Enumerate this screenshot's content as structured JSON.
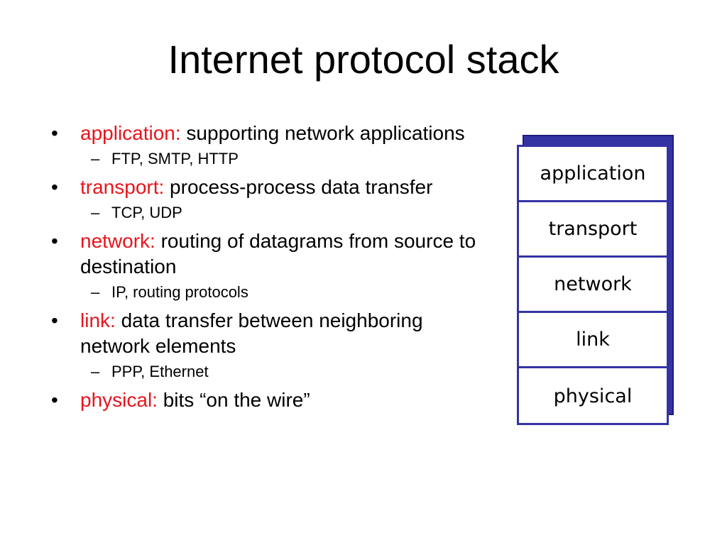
{
  "title": "Internet protocol stack",
  "bullet_symbol": "•",
  "dash_symbol": "–",
  "colors": {
    "term": "#e8141c",
    "stack_border": "#3333a6"
  },
  "bullets": [
    {
      "term": "application:",
      "desc": " supporting network applications",
      "sub": "FTP, SMTP, HTTP"
    },
    {
      "term": "transport:",
      "desc": " process-process data transfer",
      "sub": "TCP, UDP"
    },
    {
      "term": "network:",
      "desc": " routing of datagrams from source to destination",
      "sub": "IP, routing protocols"
    },
    {
      "term": "link:",
      "desc": " data transfer between neighboring  network elements",
      "sub": "PPP, Ethernet"
    },
    {
      "term": "physical:",
      "desc": " bits “on the wire”"
    }
  ],
  "stack_layers": [
    "application",
    "transport",
    "network",
    "link",
    "physical"
  ]
}
